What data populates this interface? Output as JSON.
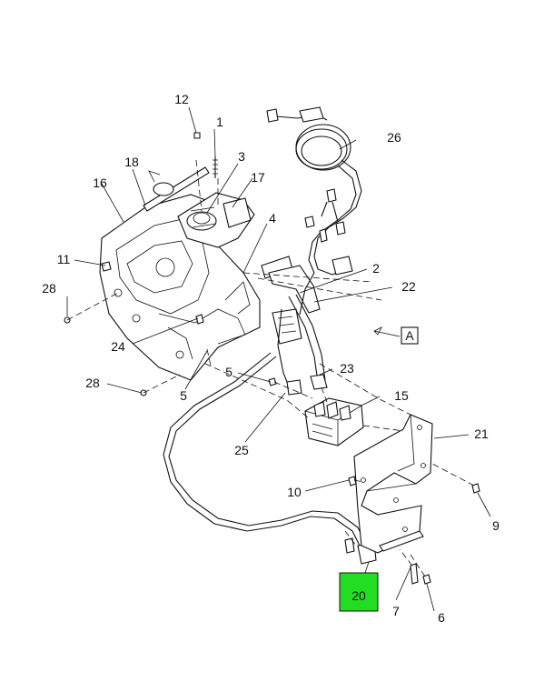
{
  "callouts": {
    "c1": "1",
    "c2": "2",
    "c3": "3",
    "c4": "4",
    "c5a": "5",
    "c5b": "5",
    "c6": "6",
    "c7": "7",
    "c9": "9",
    "c10": "10",
    "c11": "11",
    "c12": "12",
    "c15": "15",
    "c16": "16",
    "c17": "17",
    "c18": "18",
    "c20": "20",
    "c21": "21",
    "c22": "22",
    "c23": "23",
    "c24": "24",
    "c25": "25",
    "c26": "26",
    "c28a": "28",
    "c28b": "28"
  },
  "view_label": "A",
  "highlight_color": "#22dd22"
}
